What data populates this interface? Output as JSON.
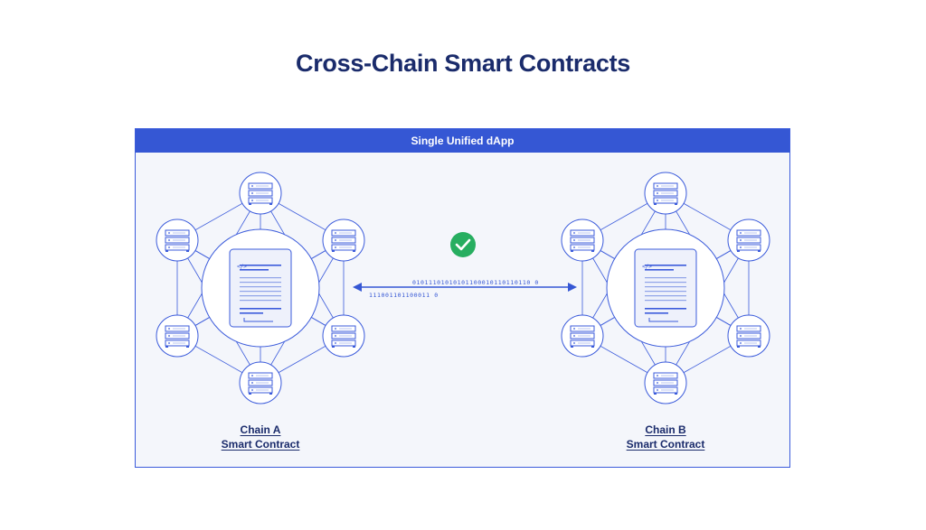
{
  "title": "Cross-Chain Smart Contracts",
  "panel": {
    "header": "Single Unified dApp"
  },
  "chains": [
    {
      "name": "Chain A",
      "caption": "Smart Contract"
    },
    {
      "name": "Chain B",
      "caption": "Smart Contract"
    }
  ],
  "message": {
    "binary_top": "01011101010101100010110110110 0",
    "binary_bottom": "111001101100011 0",
    "status": "success"
  },
  "document_icon": {
    "code_tag": "</>"
  },
  "colors": {
    "title": "#1a2b6b",
    "accent": "#3557d4",
    "panel_bg": "#f4f6fb",
    "node_stroke": "#3b5bdb",
    "success": "#27ae60"
  },
  "icons": [
    "server-icon",
    "smart-contract-document-icon",
    "check-circle-icon",
    "double-arrow-icon"
  ]
}
